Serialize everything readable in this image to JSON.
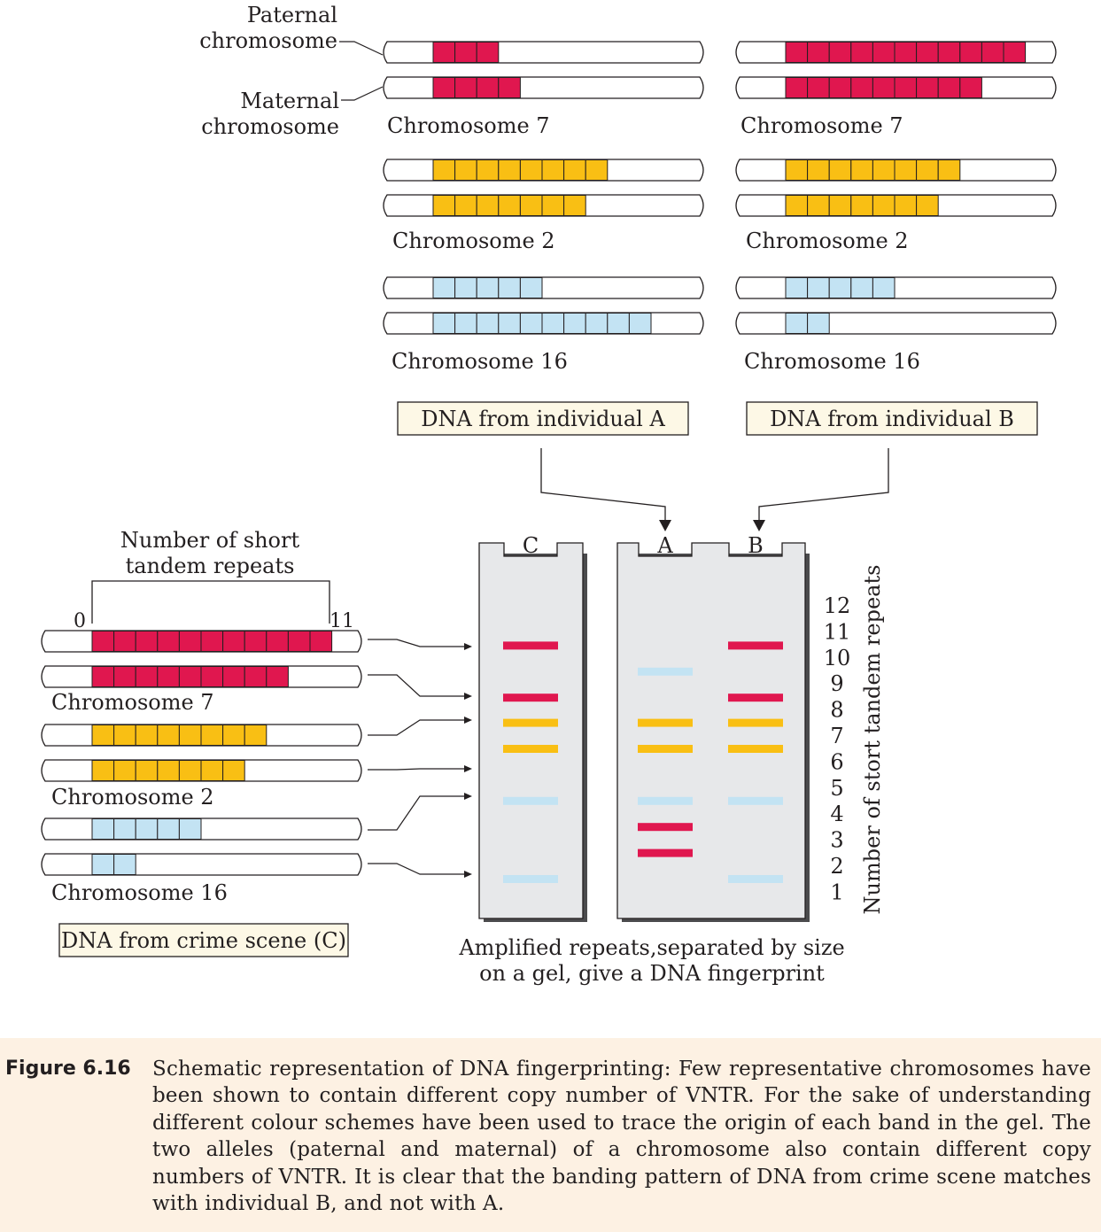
{
  "colors": {
    "chromosome_7": "#e0174f",
    "chromosome_2": "#f9bf14",
    "chromosome_16": "#c3e3f3",
    "gel": "#e7e8ea",
    "label_box": "#fdf8e6",
    "caption_band": "#fdf1e3",
    "outline": "#231f20"
  },
  "labels": {
    "paternal": [
      "Paternal",
      "chromosome"
    ],
    "maternal": [
      "Maternal",
      "chromosome"
    ],
    "repeats_heading": [
      "Number of short",
      "tandem repeats"
    ],
    "scale_start": "0",
    "scale_end": "11",
    "gel_caption": [
      "Amplified repeats,separated by size",
      "on a gel, give a DNA fingerprint"
    ],
    "axis_title": "Number of stort tandem repeats"
  },
  "individuals": [
    {
      "box_label": "DNA from individual A",
      "chromosomes": [
        {
          "name": "Chromosome 7",
          "color": "chromosome_7",
          "paternal_repeats": 3,
          "maternal_repeats": 4
        },
        {
          "name": "Chromosome 2",
          "color": "chromosome_2",
          "paternal_repeats": 8,
          "maternal_repeats": 7
        },
        {
          "name": "Chromosome 16",
          "color": "chromosome_16",
          "paternal_repeats": 5,
          "maternal_repeats": 10
        }
      ]
    },
    {
      "box_label": "DNA from individual B",
      "chromosomes": [
        {
          "name": "Chromosome 7",
          "color": "chromosome_7",
          "paternal_repeats": 11,
          "maternal_repeats": 9
        },
        {
          "name": "Chromosome 2",
          "color": "chromosome_2",
          "paternal_repeats": 8,
          "maternal_repeats": 7
        },
        {
          "name": "Chromosome 16",
          "color": "chromosome_16",
          "paternal_repeats": 5,
          "maternal_repeats": 2
        }
      ]
    },
    {
      "box_label": "DNA from crime scene (C)",
      "chromosomes": [
        {
          "name": "Chromosome 7",
          "color": "chromosome_7",
          "paternal_repeats": 11,
          "maternal_repeats": 9
        },
        {
          "name": "Chromosome 2",
          "color": "chromosome_2",
          "paternal_repeats": 8,
          "maternal_repeats": 7
        },
        {
          "name": "Chromosome 16",
          "color": "chromosome_16",
          "paternal_repeats": 5,
          "maternal_repeats": 2
        }
      ]
    }
  ],
  "gel": {
    "lanes": [
      "C",
      "A",
      "B"
    ],
    "scale": [
      "12",
      "11",
      "10",
      "9",
      "8",
      "7",
      "6",
      "5",
      "4",
      "3",
      "2",
      "1"
    ],
    "bands": {
      "C": [
        {
          "color": "chromosome_7",
          "repeats": 11
        },
        {
          "color": "chromosome_7",
          "repeats": 9
        },
        {
          "color": "chromosome_2",
          "repeats": 8
        },
        {
          "color": "chromosome_2",
          "repeats": 7
        },
        {
          "color": "chromosome_16",
          "repeats": 5
        },
        {
          "color": "chromosome_16",
          "repeats": 2
        }
      ],
      "A": [
        {
          "color": "chromosome_16",
          "repeats": 10
        },
        {
          "color": "chromosome_2",
          "repeats": 8
        },
        {
          "color": "chromosome_2",
          "repeats": 7
        },
        {
          "color": "chromosome_16",
          "repeats": 5
        },
        {
          "color": "chromosome_7",
          "repeats": 4
        },
        {
          "color": "chromosome_7",
          "repeats": 3
        }
      ],
      "B": [
        {
          "color": "chromosome_7",
          "repeats": 11
        },
        {
          "color": "chromosome_7",
          "repeats": 9
        },
        {
          "color": "chromosome_2",
          "repeats": 8
        },
        {
          "color": "chromosome_2",
          "repeats": 7
        },
        {
          "color": "chromosome_16",
          "repeats": 5
        },
        {
          "color": "chromosome_16",
          "repeats": 2
        }
      ]
    }
  },
  "figure": {
    "label": "Figure 6.16",
    "caption": "Schematic representation of DNA fingerprinting: Few representative chromosomes have been shown to contain different copy number of VNTR.  For the sake of understanding different colour schemes have been used to trace the origin of each band in the gel.  The two alleles (paternal and maternal) of a chromosome also contain different copy numbers of VNTR.  It is clear that the banding pattern of DNA from crime scene matches with individual B, and not with A."
  }
}
